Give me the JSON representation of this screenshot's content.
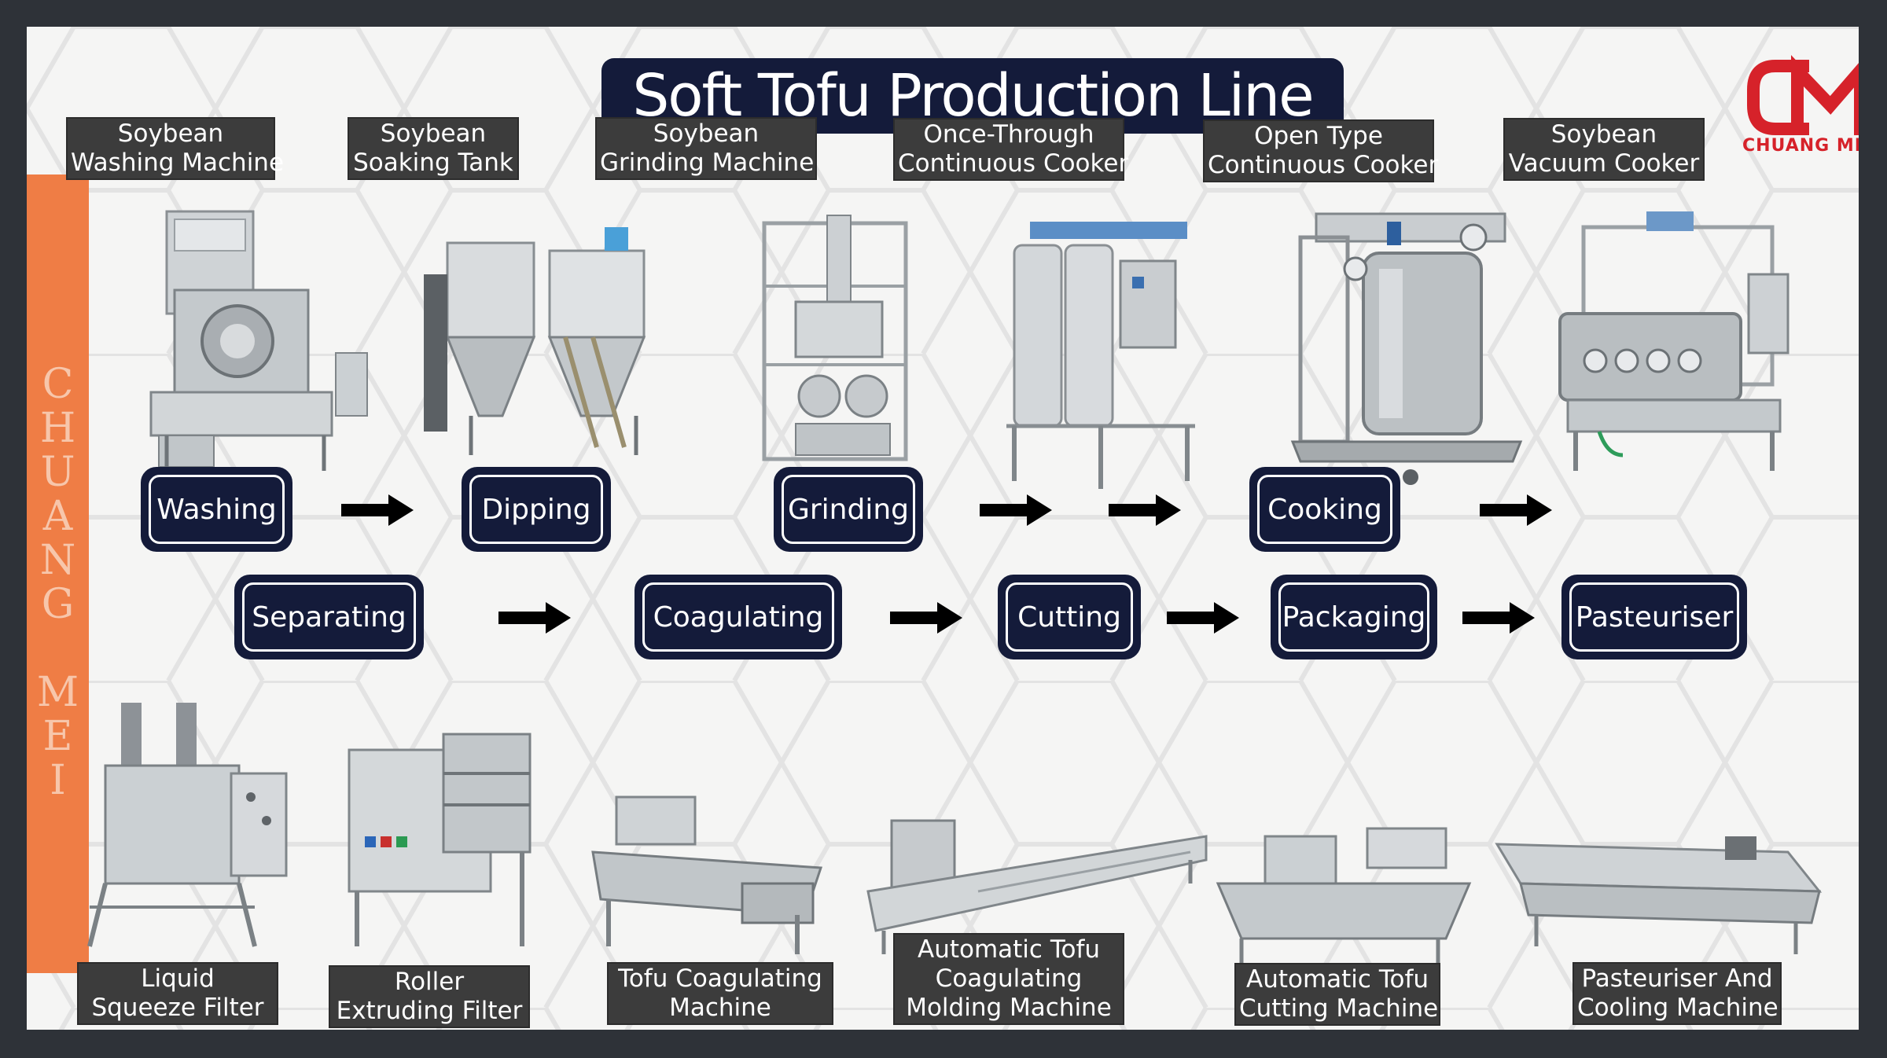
{
  "title": "Soft Tofu Production Line",
  "brand": {
    "monogram": "CM",
    "name": "CHUANG MEI",
    "sidebar_text": "CHUANG MEI",
    "accent_color": "#d6222a",
    "sidebar_color": "#ef7d45",
    "navy": "#141b3a"
  },
  "top_machines": [
    {
      "line1": "Soybean",
      "line2": "Washing Machine"
    },
    {
      "line1": "Soybean",
      "line2": "Soaking Tank"
    },
    {
      "line1": "Soybean",
      "line2": "Grinding Machine"
    },
    {
      "line1": "Once-Through",
      "line2": "Continuous Cooker"
    },
    {
      "line1": "Open Type",
      "line2": "Continuous Cooker"
    },
    {
      "line1": "Soybean",
      "line2": "Vacuum Cooker"
    }
  ],
  "steps_row1": [
    "Washing",
    "Dipping",
    "Grinding",
    "Cooking"
  ],
  "steps_row2": [
    "Separating",
    "Coagulating",
    "Cutting",
    "Packaging",
    "Pasteuriser"
  ],
  "bottom_machines": [
    {
      "lines": [
        "Liquid",
        "Squeeze Filter"
      ]
    },
    {
      "lines": [
        "Roller",
        "Extruding Filter"
      ]
    },
    {
      "lines": [
        "Tofu Coagulating",
        "Machine"
      ]
    },
    {
      "lines": [
        "Automatic Tofu",
        "Coagulating",
        "Molding Machine"
      ]
    },
    {
      "lines": [
        "Automatic Tofu",
        "Cutting Machine"
      ]
    },
    {
      "lines": [
        "Pasteuriser And",
        "Cooling Machine"
      ]
    }
  ]
}
